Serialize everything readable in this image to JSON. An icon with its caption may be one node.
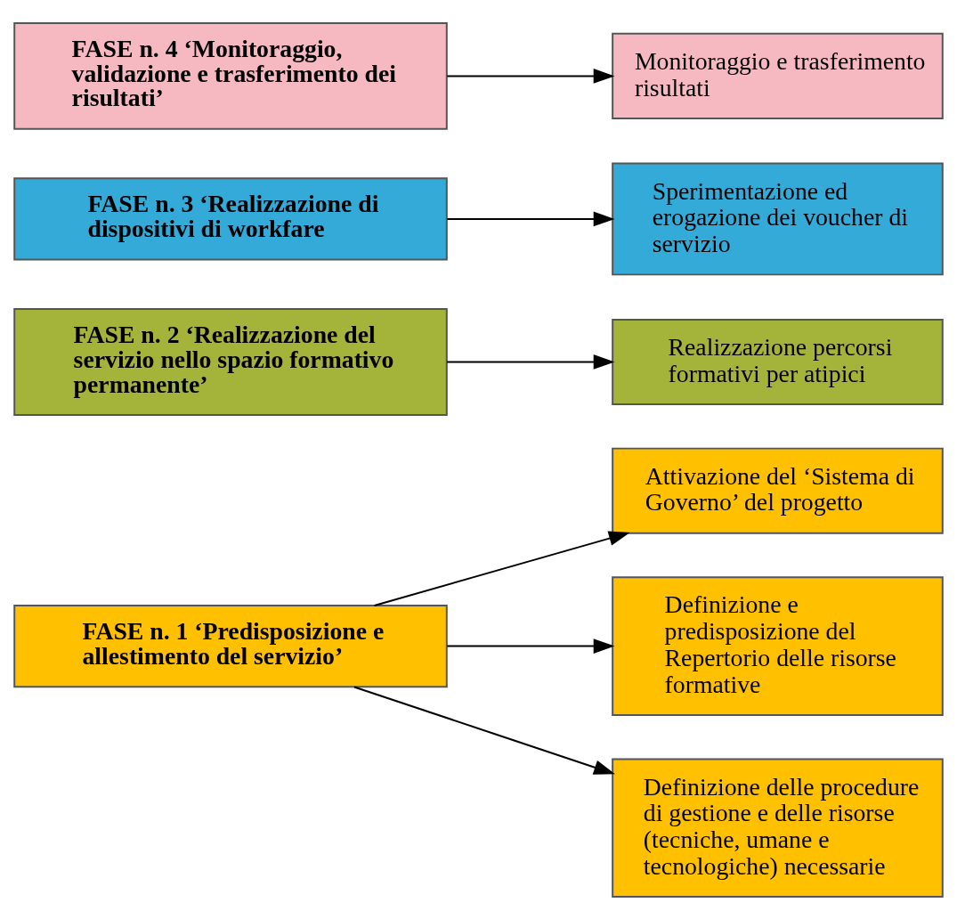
{
  "diagram": {
    "nodes": [
      {
        "text": [
          "FASE n. 1 ‘Predisposizione e allestimento del servizio’"
        ]
      },
      {
        "text": [
          "Attivazione del ‘Sistema di Governo’ del progetto"
        ]
      },
      {
        "text": [
          "Definizione e predisposizione del Repertorio delle risorse formative"
        ]
      },
      {
        "text": [
          "Definizione delle procedure di gestione e delle risorse (tecniche, umane e tecnologiche) necessarie"
        ]
      },
      {
        "text": [
          "FASE n. 2 ‘Realizzazione del servizio nello spazio formativo permanente’"
        ]
      },
      {
        "text": [
          "Realizzazione percorsi formativi per atipici"
        ]
      },
      {
        "text": [
          "FASE n. 3 ‘Realizzazione di dispositivi di workfare"
        ]
      },
      {
        "text": [
          "Sperimentazione ed erogazione dei voucher di servizio"
        ]
      },
      {
        "text": [
          "FASE n. 4 ‘Monitoraggio, validazione e trasferimento dei risultati’"
        ]
      },
      {
        "text": [
          "Monitoraggio e trasferimento risultati"
        ]
      }
    ],
    "edges": [
      {
        "from": 0,
        "to": 1,
        "arrow": "to"
      },
      {
        "from": 0,
        "to": 2,
        "arrow": "to"
      },
      {
        "from": 0,
        "to": 3,
        "arrow": "to"
      },
      {
        "from": 4,
        "to": 5,
        "arrow": "to"
      },
      {
        "from": 6,
        "to": 7,
        "arrow": "to"
      },
      {
        "from": 8,
        "to": 9,
        "arrow": "to"
      }
    ]
  }
}
